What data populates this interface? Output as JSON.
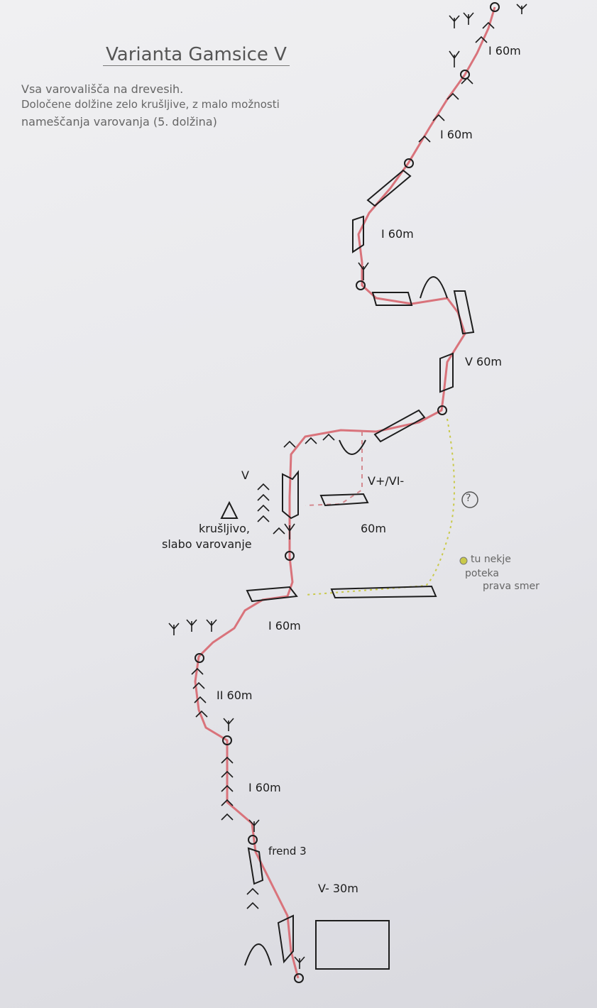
{
  "title": "Varianta Gamsice V",
  "notes": [
    "Vsa varovališča na drevesih.",
    "Določene dolžine zelo krušljive, z malo možnosti",
    "nameščanja varovanja (5. dolžina)"
  ],
  "pitch_labels": {
    "p_top1": "I 60m",
    "p_top2": "I 60m",
    "p_top3": "I 60m",
    "p_v60": "V 60m",
    "p_v": "V",
    "p_v6": "V+/VI-",
    "p_60": "60m",
    "p_i60": "I 60m",
    "p_ii60": "II 60m",
    "p_i60b": "I 60m",
    "p_frend": "frend 3",
    "p_v30": "V- 30m"
  },
  "warning": {
    "line1": "krušljivo,",
    "line2": "slabo varovanje"
  },
  "question_mark": "?",
  "alt_note": {
    "line1": "tu nekje",
    "line2": "poteka",
    "line3": "prava smer"
  },
  "colors": {
    "route": "#d9737b",
    "ink": "#1d1d1d",
    "alt_route": "#c9c94a",
    "pencil": "#666666"
  }
}
